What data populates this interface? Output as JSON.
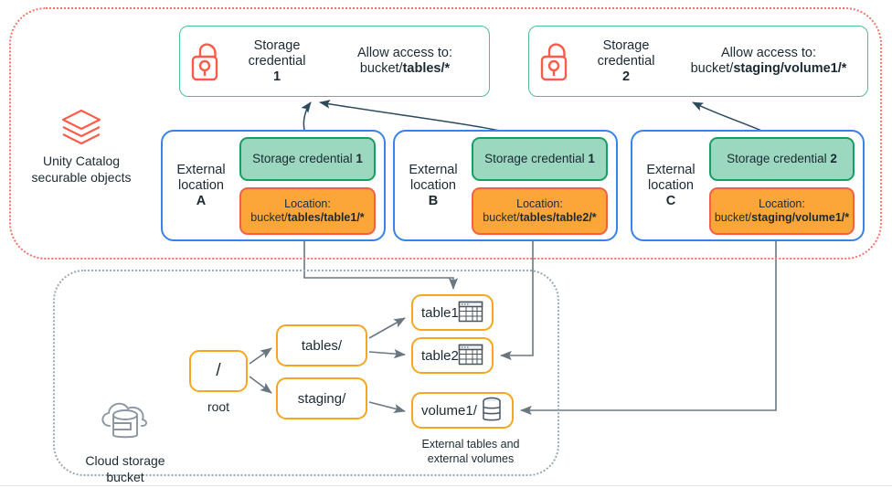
{
  "regions": {
    "unity_catalog": {
      "caption_line1": "Unity Catalog",
      "caption_line2": "securable objects",
      "icon": "databricks-stack-icon",
      "border_color": "#f2756a"
    },
    "cloud_bucket": {
      "caption_line1": "Cloud storage",
      "caption_line2": "bucket",
      "icon": "cloud-database-icon",
      "border_color": "#9aa7b4"
    }
  },
  "storage_credentials": [
    {
      "icon": "unlocked-padlock-icon",
      "title_line1": "Storage",
      "title_line2": "credential",
      "number": "1",
      "allow_label": "Allow access to:",
      "allow_prefix": "bucket/",
      "allow_bold": "tables/*",
      "border_color": "#4bbf96"
    },
    {
      "icon": "unlocked-padlock-icon",
      "title_line1": "Storage",
      "title_line2": "credential",
      "number": "2",
      "allow_label": "Allow access to:",
      "allow_prefix": "bucket/",
      "allow_bold": "staging/volume1/*",
      "border_color": "#4bbf96"
    }
  ],
  "external_locations": [
    {
      "label_line1": "External",
      "label_line2": "location",
      "letter": "A",
      "credential_prefix": "Storage credential ",
      "credential_number": "1",
      "location_label": "Location:",
      "location_prefix": "bucket/",
      "location_bold": "tables/table1/*",
      "border_color": "#3b82e8"
    },
    {
      "label_line1": "External",
      "label_line2": "location",
      "letter": "B",
      "credential_prefix": "Storage credential ",
      "credential_number": "1",
      "location_label": "Location:",
      "location_prefix": "bucket/",
      "location_bold": "tables/table2/*",
      "border_color": "#3b82e8"
    },
    {
      "label_line1": "External",
      "label_line2": "location",
      "letter": "C",
      "credential_prefix": "Storage credential ",
      "credential_number": "2",
      "location_label": "Location:",
      "location_prefix": "bucket/",
      "location_bold": "staging/volume1/*",
      "border_color": "#3b82e8"
    }
  ],
  "bucket_tree": {
    "root": {
      "label": "/",
      "caption": "root"
    },
    "folders": [
      {
        "label": "tables/"
      },
      {
        "label": "staging/"
      }
    ],
    "leaves": [
      {
        "label": "table1/",
        "icon": "table-icon"
      },
      {
        "label": "table2/",
        "icon": "table-icon"
      },
      {
        "label": "volume1/",
        "icon": "volume-database-icon"
      }
    ],
    "leaf_caption_line1": "External tables and",
    "leaf_caption_line2": "external volumes",
    "node_border_color": "#f5a623"
  },
  "palette": {
    "green_fill": "#9bd8bf",
    "green_border": "#179e63",
    "orange_fill": "#fca63a",
    "orange_border": "#f0604c",
    "blue_border": "#3b82e8",
    "arrow_gray": "#6b7780",
    "arrow_teal": "#2b4a5e",
    "lock_red": "#fb5b4a"
  }
}
